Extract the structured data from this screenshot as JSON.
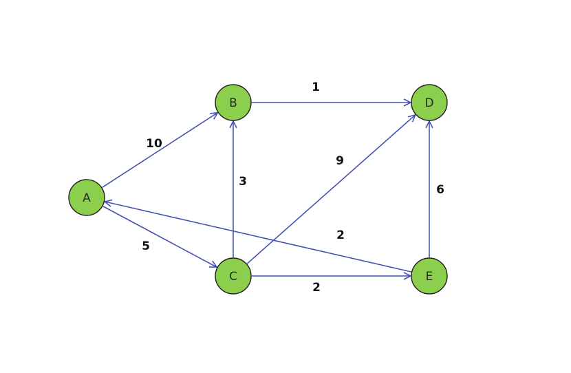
{
  "colors": {
    "node_fill": "#8ccf4d",
    "edge": "#4452b3",
    "background": "#ffffff"
  },
  "nodes": [
    {
      "id": "A",
      "label": "A"
    },
    {
      "id": "B",
      "label": "B"
    },
    {
      "id": "C",
      "label": "C"
    },
    {
      "id": "D",
      "label": "D"
    },
    {
      "id": "E",
      "label": "E"
    }
  ],
  "edges": [
    {
      "from": "A",
      "to": "B",
      "weight": "10"
    },
    {
      "from": "A",
      "to": "C",
      "weight": "5"
    },
    {
      "from": "B",
      "to": "D",
      "weight": "1"
    },
    {
      "from": "C",
      "to": "B",
      "weight": "3"
    },
    {
      "from": "C",
      "to": "D",
      "weight": "9"
    },
    {
      "from": "C",
      "to": "E",
      "weight": "2"
    },
    {
      "from": "E",
      "to": "A",
      "weight": "2"
    },
    {
      "from": "E",
      "to": "D",
      "weight": "6"
    }
  ]
}
